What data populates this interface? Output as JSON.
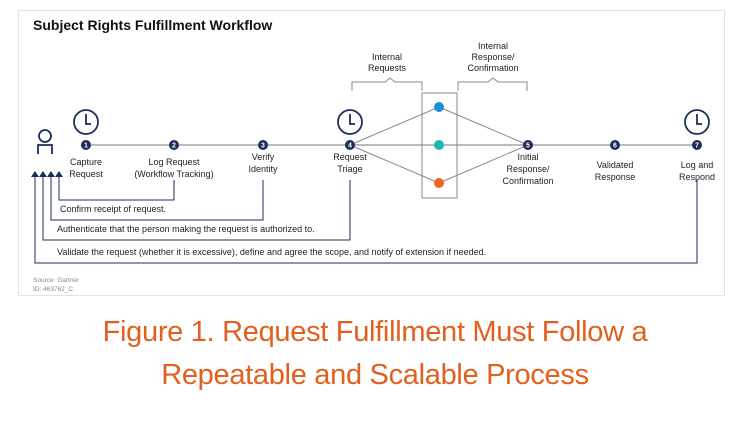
{
  "title": "Subject Rights Fulfillment Workflow",
  "steps": [
    {
      "num": "1",
      "line1": "Capture",
      "line2": "Request",
      "line3": ""
    },
    {
      "num": "2",
      "line1": "Log Request",
      "line2": "(Workflow Tracking)",
      "line3": ""
    },
    {
      "num": "3",
      "line1": "Verify",
      "line2": "Identity",
      "line3": ""
    },
    {
      "num": "4",
      "line1": "Request",
      "line2": "Triage",
      "line3": ""
    },
    {
      "num": "5",
      "line1": "Initial",
      "line2": "Response/",
      "line3": "Confirmation"
    },
    {
      "num": "6",
      "line1": "Validated",
      "line2": "Response",
      "line3": ""
    },
    {
      "num": "7",
      "line1": "Log and",
      "line2": "Respond",
      "line3": ""
    }
  ],
  "brackets": {
    "internal_requests": [
      "Internal",
      "Requests"
    ],
    "internal_response": [
      "Internal",
      "Response/",
      "Confirmation"
    ]
  },
  "feedback": {
    "confirm": "Confirm receipt of request.",
    "authenticate": "Authenticate that the person making the request is authorized to.",
    "validate": "Validate the request (whether it is excessive), define and agree the scope, and notify of extension if needed."
  },
  "source": "Source: Gartner",
  "id": "ID: 463762_C",
  "colors": {
    "navy": "#1b2d5b",
    "blue": "#1a8fdc",
    "teal": "#1fb8b0",
    "orange": "#f0641e",
    "caption": "#e2601f"
  },
  "caption": {
    "line1": "Figure 1. Request Fulfillment Must Follow a",
    "line2": "Repeatable and Scalable Process"
  }
}
